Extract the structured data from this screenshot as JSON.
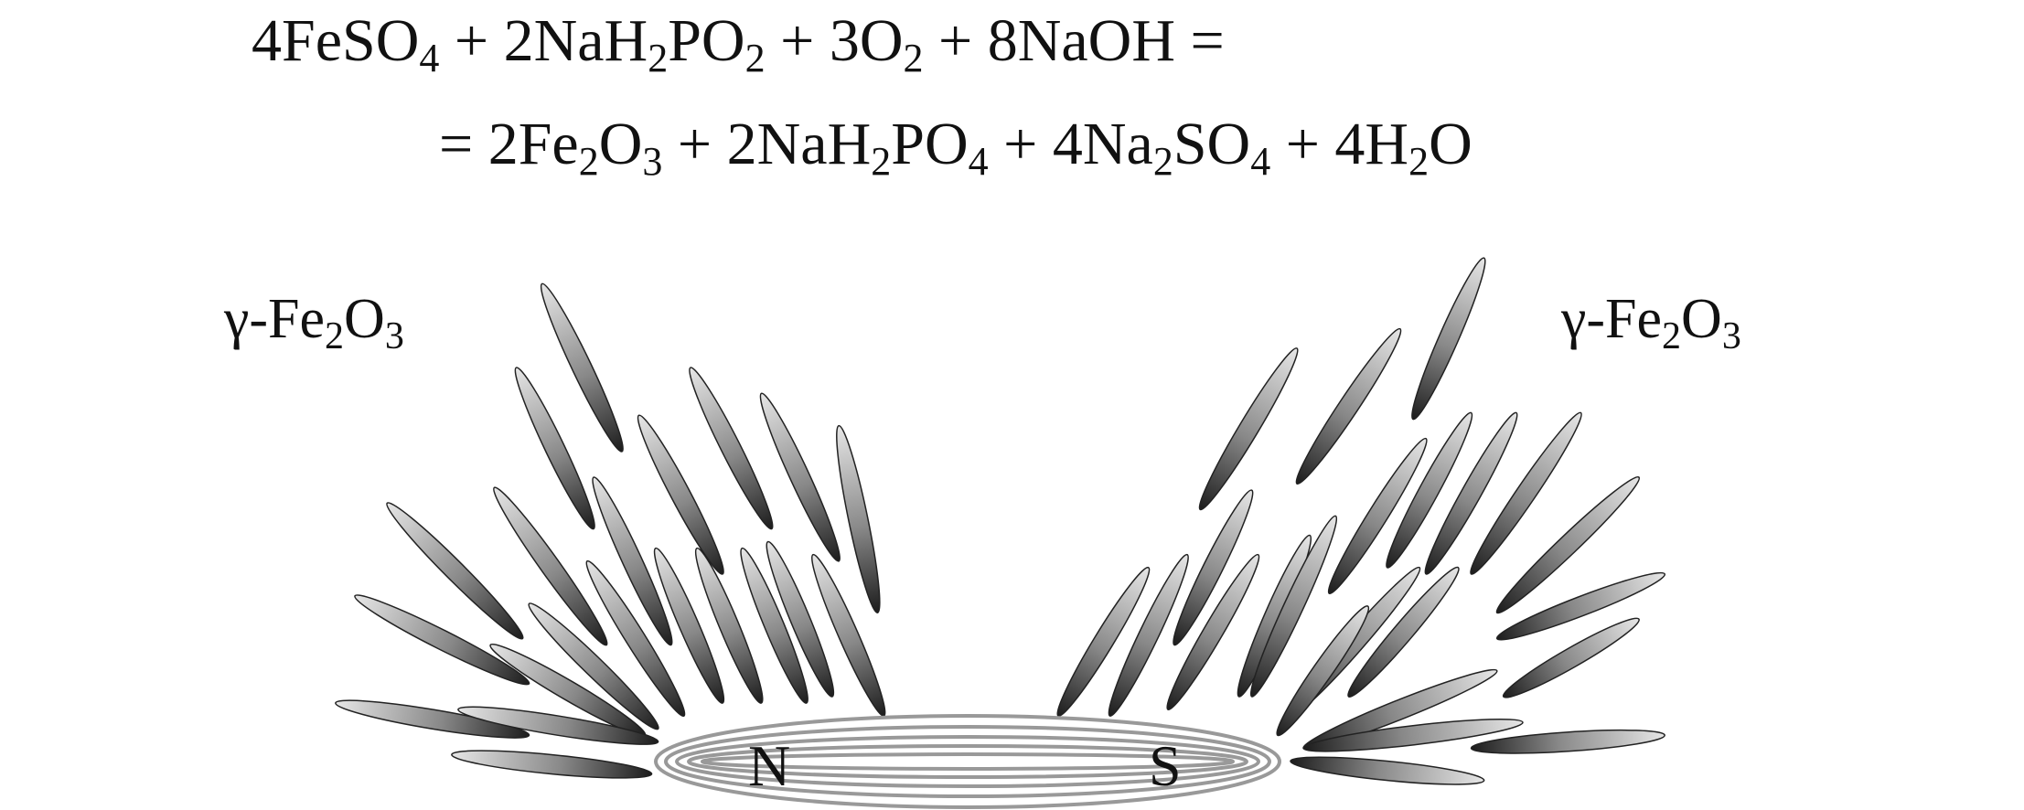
{
  "equation": {
    "line1": [
      {
        "t": "4FeSO"
      },
      {
        "s": "4"
      },
      {
        "t": " + 2NaH"
      },
      {
        "s": "2"
      },
      {
        "t": "PO"
      },
      {
        "s": "2"
      },
      {
        "t": " + 3O"
      },
      {
        "s": "2"
      },
      {
        "t": " + 8NaOH ="
      }
    ],
    "line2": [
      {
        "t": "= 2Fe"
      },
      {
        "s": "2"
      },
      {
        "t": "O"
      },
      {
        "s": "3"
      },
      {
        "t": " + 2NaH"
      },
      {
        "s": "2"
      },
      {
        "t": "PO"
      },
      {
        "s": "4"
      },
      {
        "t": " + 4Na"
      },
      {
        "s": "2"
      },
      {
        "t": "SO"
      },
      {
        "s": "4"
      },
      {
        "t": " + 4H"
      },
      {
        "s": "2"
      },
      {
        "t": "O"
      }
    ]
  },
  "labels": {
    "left": {
      "a": "γ-Fe",
      "b": "2",
      "c": "O",
      "d": "3"
    },
    "right": {
      "a": "γ-Fe",
      "b": "2",
      "c": "O",
      "d": "3"
    }
  },
  "magnet": {
    "north": "N",
    "south": "S"
  }
}
